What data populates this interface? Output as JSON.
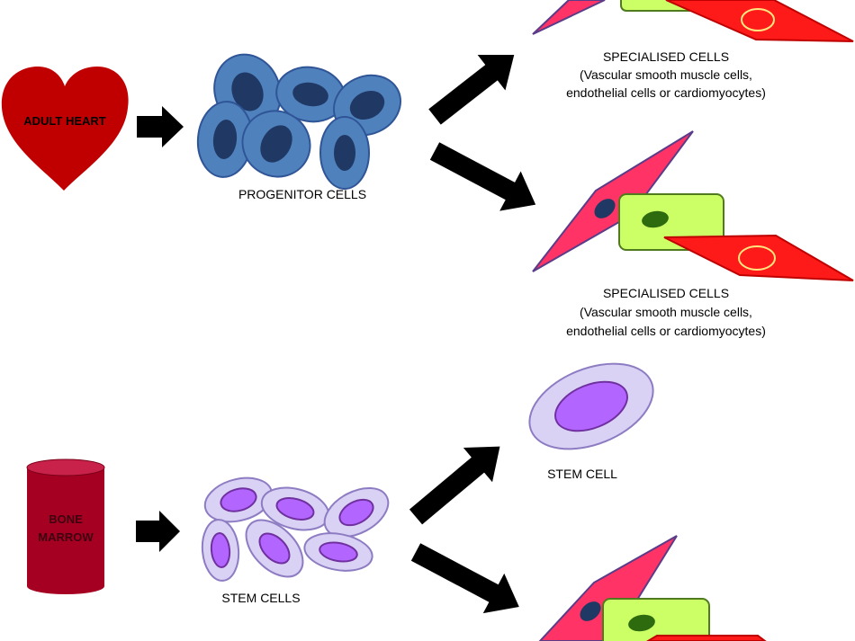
{
  "labels": {
    "adult_heart": "ADULT HEART",
    "progenitor_cells": "PROGENITOR CELLS",
    "specialised_top": {
      "title": "SPECIALISED CELLS",
      "line1": "(Vascular smooth muscle cells,",
      "line2": "endothelial cells or cardiomyocytes)"
    },
    "specialised_middle": {
      "title": "SPECIALISED CELLS",
      "line1": "(Vascular smooth muscle cells,",
      "line2": "endothelial cells or cardiomyocytes)"
    },
    "bone_marrow_line1": "BONE",
    "bone_marrow_line2": "MARROW",
    "stem_cells": "STEM CELLS",
    "stem_cell": "STEM CELL"
  },
  "colors": {
    "heart": "#c00000",
    "progenitor_fill": "#4f81bd",
    "progenitor_nucleus": "#1f3864",
    "smooth_muscle": "#ff3366",
    "endothelial": "#ccff66",
    "cardiomyocyte": "#ff1a1a",
    "bone_marrow": "#a50021",
    "stem_fill": "#d9d2f5",
    "stem_nucleus": "#b266ff",
    "arrow": "#000000"
  },
  "icons": [
    "heart-icon",
    "bone-marrow-cylinder-icon",
    "arrow-icon",
    "cell-icon"
  ]
}
